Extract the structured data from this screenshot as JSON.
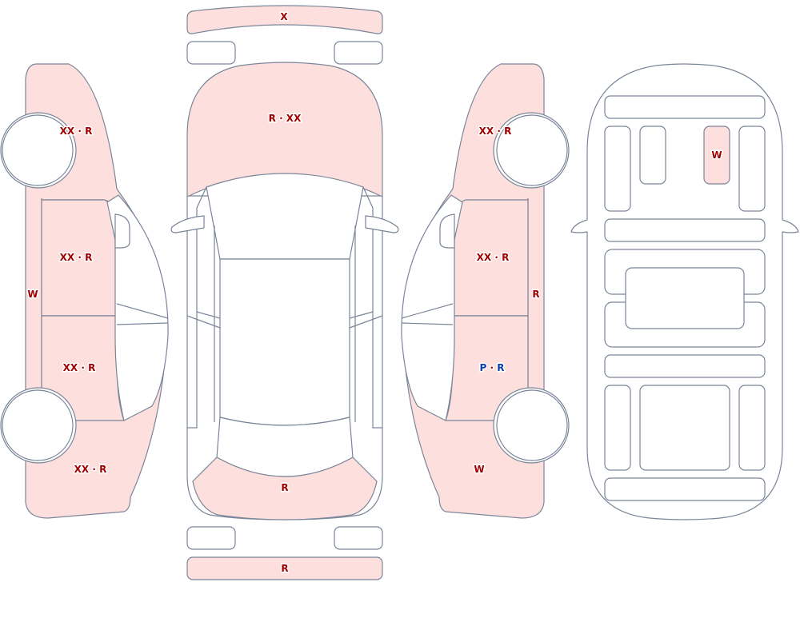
{
  "colors": {
    "outline": "#7a8599",
    "damaged_fill": "#fde0dd",
    "code_red": "#a00000",
    "code_blue": "#0a3fb0"
  },
  "front_bumper": "X",
  "hood": "R · XX",
  "rear_section": "R",
  "rear_bumper": "R",
  "left_side": {
    "front_fender": "XX · R",
    "front_door": "XX · R",
    "rear_door": "XX · R",
    "rear_quarter": "XX · R",
    "rocker": "W"
  },
  "right_side": {
    "front_fender": "XX · R",
    "front_door": "XX · R",
    "rear_door_p": "P",
    "rear_door_sep": " · ",
    "rear_door_r": "R",
    "rear_quarter": "W",
    "rocker": "R"
  },
  "interior": {
    "front_seat_right": "W"
  }
}
